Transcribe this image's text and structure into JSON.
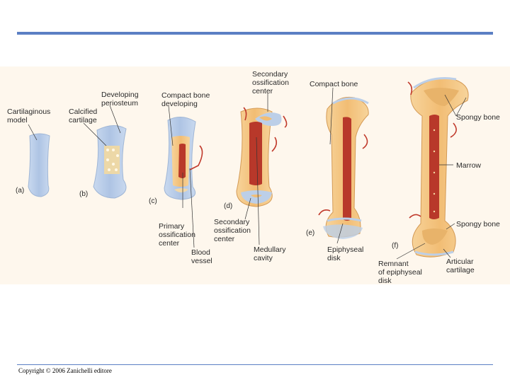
{
  "copyright": "Copyright © 2006 Zanichelli editore",
  "panels": [
    "(a)",
    "(b)",
    "(c)",
    "(d)",
    "(e)",
    "(f)"
  ],
  "labels": {
    "cartilaginous_model": [
      "Cartilaginous",
      "model"
    ],
    "calcified_cartilage": [
      "Calcified",
      "cartilage"
    ],
    "developing_periosteum": [
      "Developing",
      "periosteum"
    ],
    "compact_bone_developing": [
      "Compact bone",
      "developing"
    ],
    "secondary_ossification_center_top": [
      "Secondary",
      "ossification",
      "center"
    ],
    "compact_bone": [
      "Compact bone"
    ],
    "spongy_bone_top": [
      "Spongy bone"
    ],
    "marrow": [
      "Marrow"
    ],
    "spongy_bone_bottom": [
      "Spongy bone"
    ],
    "primary_ossification_center": [
      "Primary",
      "ossification",
      "center"
    ],
    "blood_vessel": [
      "Blood",
      "vessel"
    ],
    "secondary_ossification_center_bottom": [
      "Secondary",
      "ossification",
      "center"
    ],
    "medullary_cavity": [
      "Medullary",
      "cavity"
    ],
    "epiphyseal_disk": [
      "Epiphyseal",
      "disk"
    ],
    "remnant_epiphyseal_disk": [
      "Remnant",
      "of epiphyseal",
      "disk"
    ],
    "articular_cartilage": [
      "Articular",
      "cartilage"
    ]
  },
  "colors": {
    "rule": "#5b7fc4",
    "figure_bg": "#fef7ed",
    "cartilage": "#bccfe8",
    "bone": "#f4c47e",
    "bone_dark": "#e3a259",
    "marrow": "#b8382a",
    "vessel": "#c0392b"
  }
}
